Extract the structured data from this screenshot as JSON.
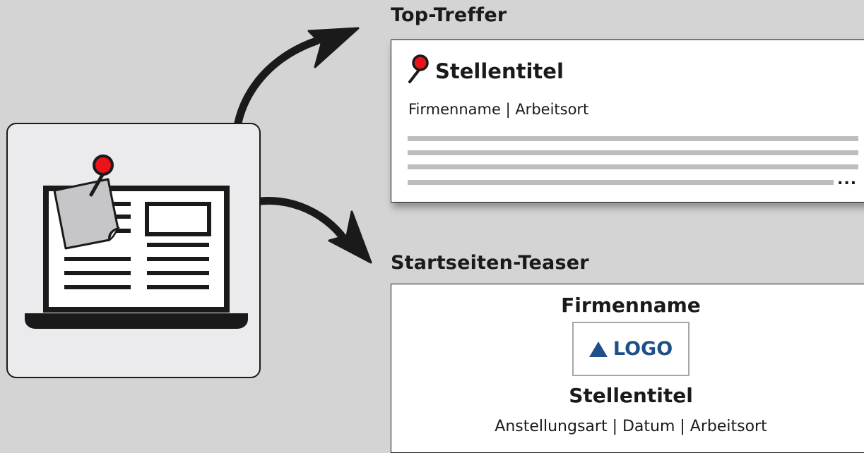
{
  "top_result": {
    "heading": "Top-Treffer",
    "job_title": "Stellentitel",
    "company_location": "Firmenname | Arbeitsort",
    "ellipsis": "..."
  },
  "teaser": {
    "heading": "Startseiten-Teaser",
    "company": "Firmenname",
    "logo_text": "LOGO",
    "job_title": "Stellentitel",
    "meta": "Anstellungsart | Datum | Arbeitsort"
  },
  "icons": {
    "pin": "pin-icon",
    "laptop": "laptop-icon",
    "arrow_up": "curved-arrow-up-icon",
    "arrow_down": "curved-arrow-down-icon",
    "logo": "logo-triangle-icon"
  },
  "colors": {
    "background": "#d4d4d4",
    "pin_red": "#e8141a",
    "logo_blue": "#1f4f87",
    "placeholder_line": "#bdbdbd"
  }
}
